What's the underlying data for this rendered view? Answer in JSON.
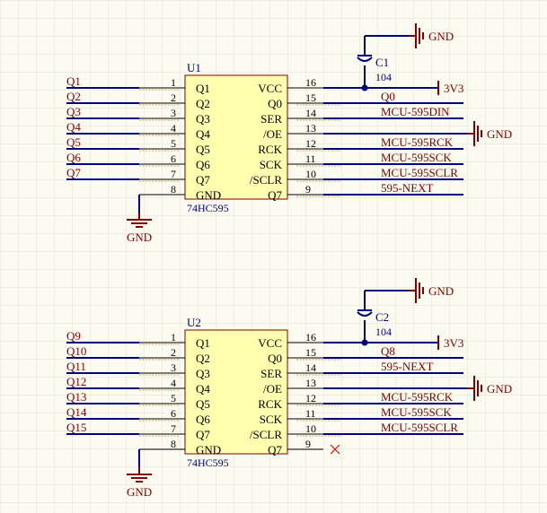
{
  "colors": {
    "background": "#fbfbf1",
    "grid": "#e2e2d4",
    "wire": "#000080",
    "net_label": "#800000",
    "component_body": "#ffffb0",
    "component_border": "#800000",
    "text": "#000080",
    "no_connect": "#ff0000"
  },
  "components": [
    {
      "designator": "U1",
      "comment": "74HC595",
      "left_pins": [
        {
          "num": "1",
          "name": "Q1",
          "net": "Q1"
        },
        {
          "num": "2",
          "name": "Q2",
          "net": "Q2"
        },
        {
          "num": "3",
          "name": "Q3",
          "net": "Q3"
        },
        {
          "num": "4",
          "name": "Q4",
          "net": "Q4"
        },
        {
          "num": "5",
          "name": "Q5",
          "net": "Q5"
        },
        {
          "num": "6",
          "name": "Q6",
          "net": "Q6"
        },
        {
          "num": "7",
          "name": "Q7",
          "net": "Q7"
        },
        {
          "num": "8",
          "name": "GND",
          "net": ""
        }
      ],
      "right_pins": [
        {
          "num": "16",
          "name": "VCC",
          "net": ""
        },
        {
          "num": "15",
          "name": "Q0",
          "net": "Q0"
        },
        {
          "num": "14",
          "name": "SER",
          "net": "MCU-595DIN"
        },
        {
          "num": "13",
          "name": "/OE",
          "net": ""
        },
        {
          "num": "12",
          "name": "RCK",
          "net": "MCU-595RCK"
        },
        {
          "num": "11",
          "name": "SCK",
          "net": "MCU-595SCK"
        },
        {
          "num": "10",
          "name": "/SCLR",
          "net": "MCU-595SCLR"
        },
        {
          "num": "9",
          "name": "Q7",
          "net": "595-NEXT"
        }
      ],
      "capacitor": {
        "designator": "C1",
        "value": "104"
      },
      "power": "3V3",
      "gnd_label": "GND",
      "oe_gnd": "GND",
      "cap_gnd": "GND"
    },
    {
      "designator": "U2",
      "comment": "74HC595",
      "left_pins": [
        {
          "num": "1",
          "name": "Q1",
          "net": "Q9"
        },
        {
          "num": "2",
          "name": "Q2",
          "net": "Q10"
        },
        {
          "num": "3",
          "name": "Q3",
          "net": "Q11"
        },
        {
          "num": "4",
          "name": "Q4",
          "net": "Q12"
        },
        {
          "num": "5",
          "name": "Q5",
          "net": "Q13"
        },
        {
          "num": "6",
          "name": "Q6",
          "net": "Q14"
        },
        {
          "num": "7",
          "name": "Q7",
          "net": "Q15"
        },
        {
          "num": "8",
          "name": "GND",
          "net": ""
        }
      ],
      "right_pins": [
        {
          "num": "16",
          "name": "VCC",
          "net": ""
        },
        {
          "num": "15",
          "name": "Q0",
          "net": "Q8"
        },
        {
          "num": "14",
          "name": "SER",
          "net": "595-NEXT"
        },
        {
          "num": "13",
          "name": "/OE",
          "net": ""
        },
        {
          "num": "12",
          "name": "RCK",
          "net": "MCU-595RCK"
        },
        {
          "num": "11",
          "name": "SCK",
          "net": "MCU-595SCK"
        },
        {
          "num": "10",
          "name": "/SCLR",
          "net": "MCU-595SCLR"
        },
        {
          "num": "9",
          "name": "Q7",
          "net": ""
        }
      ],
      "capacitor": {
        "designator": "C2",
        "value": "104"
      },
      "power": "3V3",
      "gnd_label": "GND",
      "oe_gnd": "GND",
      "cap_gnd": "GND"
    }
  ]
}
